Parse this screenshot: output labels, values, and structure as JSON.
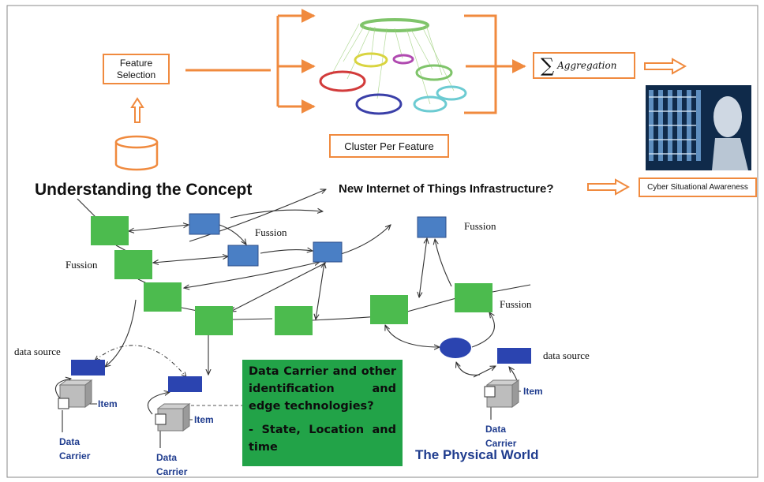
{
  "top": {
    "feature_selection": "Feature Selection",
    "cluster_per_feature": "Cluster Per Feature",
    "aggregation_symbol": "∑",
    "aggregation": "Aggregation",
    "cyber_awareness": "Cyber Situational Awareness"
  },
  "concept": {
    "title": "Understanding the Concept",
    "question": "New Internet of Things Infrastructure?"
  },
  "fusion_labels": [
    "Fussion",
    "Fussion",
    "Fussion",
    "Fussion"
  ],
  "data_source_labels": [
    "data source",
    "data source"
  ],
  "item_labels": [
    "Item",
    "Item",
    "Item"
  ],
  "data_carrier_labels": [
    "Data Carrier",
    "Data Carrier",
    "Data Carrier"
  ],
  "note": {
    "line1": "Data Carrier and other identification and edge technologies?",
    "line2": "- State, Location and time"
  },
  "physical_world": "The Physical World",
  "colors": {
    "orange": "#f08a3e",
    "green_node": "#4cbb4e",
    "blue_node": "#4a7fc5",
    "dark_blue_node": "#2b44b0",
    "note_green": "#22a348",
    "label_blue": "#1f3c8e"
  }
}
